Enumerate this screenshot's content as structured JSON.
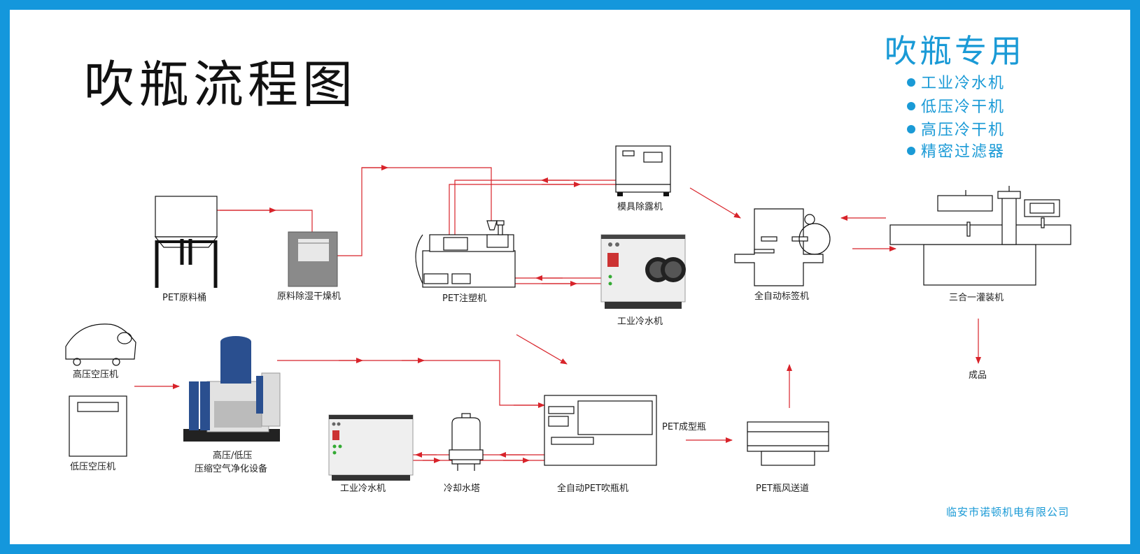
{
  "title": "吹瓶流程图",
  "side_panel": {
    "heading": "吹瓶专用",
    "items": [
      "工业冷水机",
      "低压冷干机",
      "高压冷干机",
      "精密过滤器"
    ]
  },
  "nodes": {
    "pet_bucket": "PET原料桶",
    "dryer": "原料除湿干燥机",
    "injection": "PET注塑机",
    "mold_dehumidifier": "模具除露机",
    "chiller_top": "工业冷水机",
    "labeler": "全自动标签机",
    "filler": "三合一灌装机",
    "product": "成品",
    "hp_compressor": "高压空压机",
    "lp_compressor": "低压空压机",
    "air_purifier_line1": "高压/低压",
    "air_purifier_line2": "压缩空气净化设备",
    "chiller_bottom": "工业冷水机",
    "cooling_tower": "冷却水塔",
    "blow_molder": "全自动PET吹瓶机",
    "formed_bottle": "PET成型瓶",
    "air_conveyor": "PET瓶风送道"
  },
  "company": "临安市诺顿机电有限公司",
  "colors": {
    "frame_blue": "#1497dc",
    "accent_blue": "#1a9ad6",
    "arrow_red": "#d8232a"
  }
}
